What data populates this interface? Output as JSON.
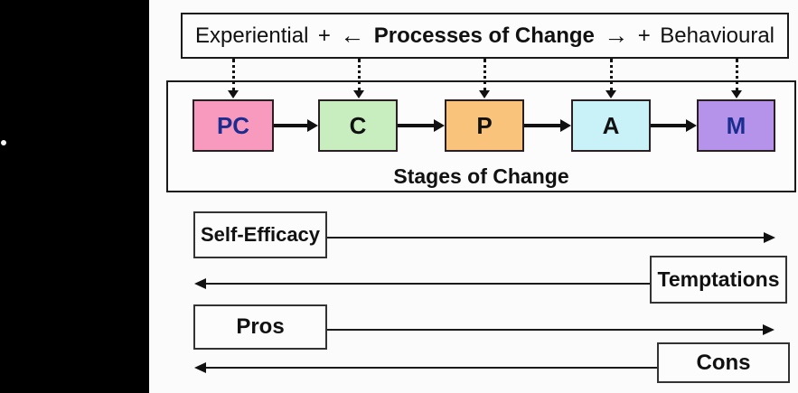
{
  "processes_bar": {
    "experiential_label": "Experiential",
    "plus_left": "+",
    "arrow_left": "←",
    "title": "Processes of Change",
    "arrow_right": "→",
    "plus_right": "+",
    "behavioural_label": "Behavioural"
  },
  "stages": {
    "title": "Stages of Change",
    "items": [
      {
        "abbr": "PC",
        "color": "#f899be",
        "text_color": "#1b2d8f"
      },
      {
        "abbr": "C",
        "color": "#c8eec0",
        "text_color": "#111111"
      },
      {
        "abbr": "P",
        "color": "#f9c37b",
        "text_color": "#111111"
      },
      {
        "abbr": "A",
        "color": "#c9f2f8",
        "text_color": "#111111"
      },
      {
        "abbr": "M",
        "color": "#b693ea",
        "text_color": "#1b2d8f"
      }
    ]
  },
  "constructs": [
    {
      "label": "Self-Efficacy",
      "arrow_direction": "right"
    },
    {
      "label": "Temptations",
      "arrow_direction": "left"
    },
    {
      "label": "Pros",
      "arrow_direction": "right"
    },
    {
      "label": "Cons",
      "arrow_direction": "left"
    }
  ],
  "colors": {
    "background": "#fbfbfb",
    "sidebar": "#000000",
    "line": "#111111"
  }
}
